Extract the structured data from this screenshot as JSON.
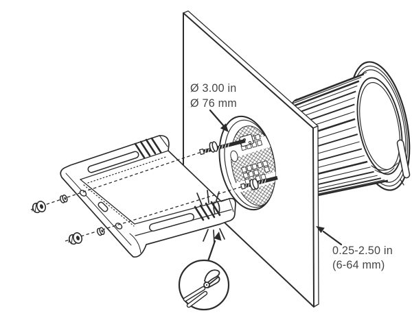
{
  "labels": {
    "hole_diameter": {
      "line1": "Ø 3.00 in",
      "line2": "Ø 76 mm"
    },
    "panel_thickness": {
      "line1": "0.25-2.50 in",
      "line2": "(6-64 mm)"
    }
  },
  "colors": {
    "line": "#2b2b2b",
    "text": "#454545",
    "background": "#ffffff"
  }
}
